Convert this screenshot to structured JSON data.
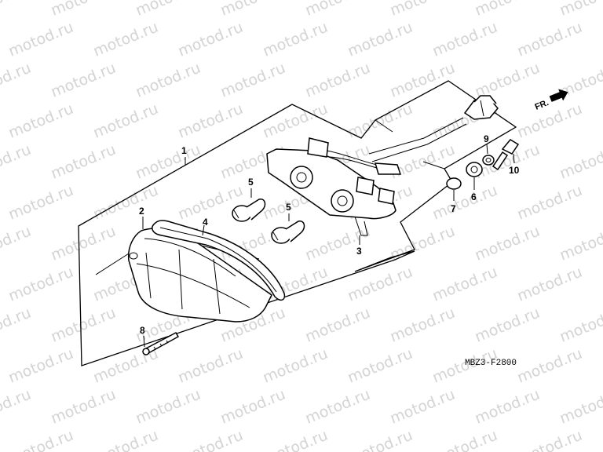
{
  "watermark": "motod.ru",
  "diagram_code": "MBZ3-F2800",
  "front_marker": "FR.",
  "callouts": {
    "c1": "1",
    "c2": "2",
    "c3": "3",
    "c4": "4",
    "c5a": "5",
    "c5b": "5",
    "c6": "6",
    "c7": "7",
    "c8": "8",
    "c9": "9",
    "c10": "10"
  }
}
